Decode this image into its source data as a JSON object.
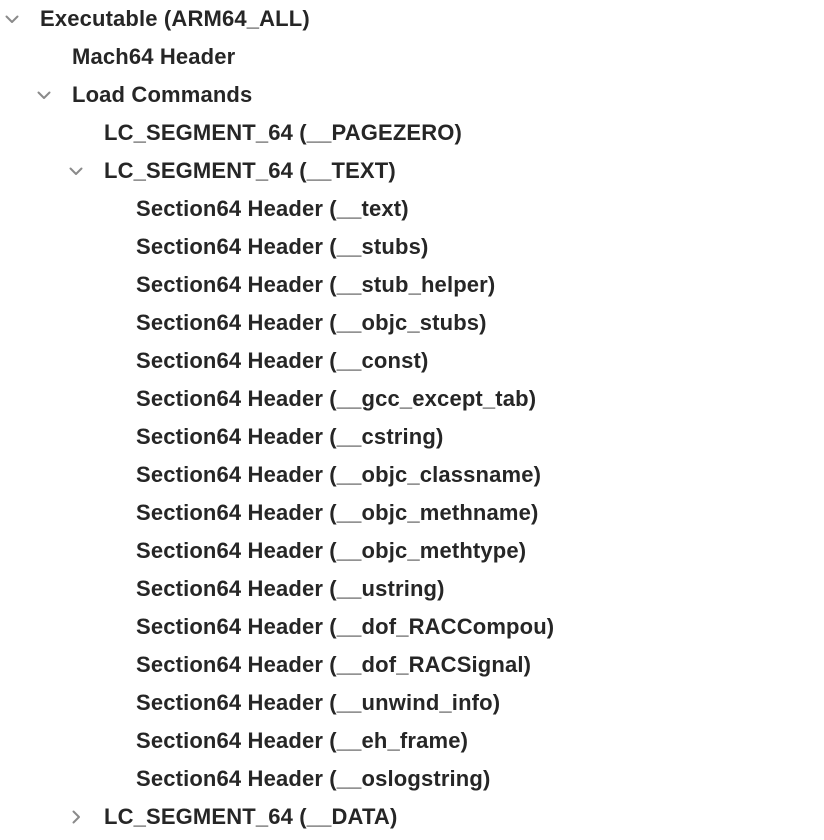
{
  "tree": [
    {
      "label": "Executable  (ARM64_ALL)",
      "expander": "expanded"
    },
    {
      "label": "Mach64 Header",
      "expander": "none"
    },
    {
      "label": "Load Commands",
      "expander": "expanded"
    },
    {
      "label": "LC_SEGMENT_64 (__PAGEZERO)",
      "expander": "none"
    },
    {
      "label": "LC_SEGMENT_64 (__TEXT)",
      "expander": "expanded"
    },
    {
      "label": "Section64 Header (__text)",
      "expander": "none"
    },
    {
      "label": "Section64 Header (__stubs)",
      "expander": "none"
    },
    {
      "label": "Section64 Header (__stub_helper)",
      "expander": "none"
    },
    {
      "label": "Section64 Header (__objc_stubs)",
      "expander": "none"
    },
    {
      "label": "Section64 Header (__const)",
      "expander": "none"
    },
    {
      "label": "Section64 Header (__gcc_except_tab)",
      "expander": "none"
    },
    {
      "label": "Section64 Header (__cstring)",
      "expander": "none"
    },
    {
      "label": "Section64 Header (__objc_classname)",
      "expander": "none"
    },
    {
      "label": "Section64 Header (__objc_methname)",
      "expander": "none"
    },
    {
      "label": "Section64 Header (__objc_methtype)",
      "expander": "none"
    },
    {
      "label": "Section64 Header (__ustring)",
      "expander": "none"
    },
    {
      "label": "Section64 Header (__dof_RACCompou)",
      "expander": "none"
    },
    {
      "label": "Section64 Header (__dof_RACSignal)",
      "expander": "none"
    },
    {
      "label": "Section64 Header (__unwind_info)",
      "expander": "none"
    },
    {
      "label": "Section64 Header (__eh_frame)",
      "expander": "none"
    },
    {
      "label": "Section64 Header (__oslogstring)",
      "expander": "none"
    },
    {
      "label": "LC_SEGMENT_64 (__DATA)",
      "expander": "collapsed"
    }
  ],
  "icons": {
    "expanded": "chevron-down-icon",
    "collapsed": "chevron-right-icon"
  },
  "colors": {
    "text": "#262626",
    "chevron": "#8a8a8a",
    "background": "#ffffff"
  }
}
